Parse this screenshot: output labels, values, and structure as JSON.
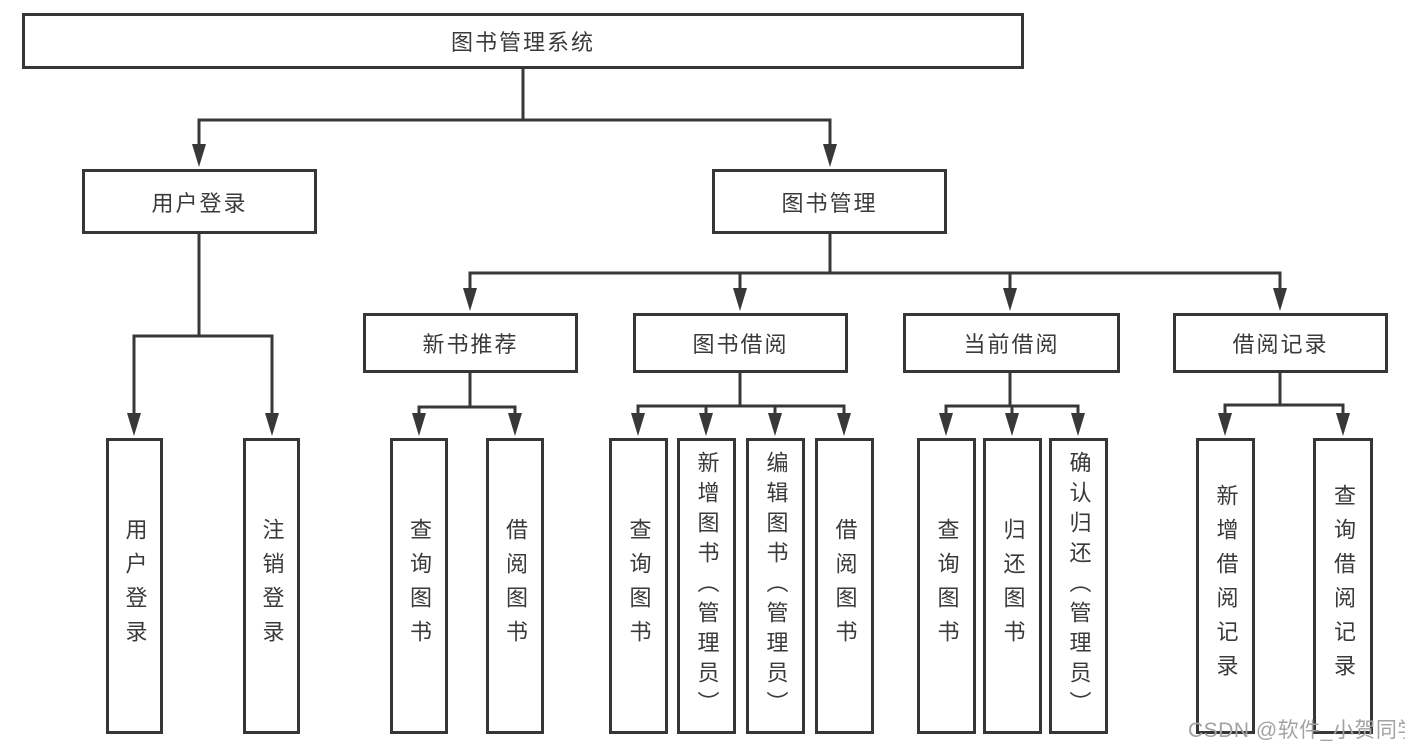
{
  "diagram": {
    "root": {
      "label": "图书管理系统"
    },
    "level2": {
      "user_login": {
        "label": "用户登录"
      },
      "book_management": {
        "label": "图书管理"
      }
    },
    "level3": {
      "new_book_recommend": {
        "label": "新书推荐"
      },
      "book_borrow": {
        "label": "图书借阅"
      },
      "current_borrow": {
        "label": "当前借阅"
      },
      "borrow_records": {
        "label": "借阅记录"
      }
    },
    "leaves": {
      "user_login": [
        "用户登录",
        "注销登录"
      ],
      "new_book_recommend": [
        "查询图书",
        "借阅图书"
      ],
      "book_borrow": [
        "查询图书",
        "新增图书（管理员）",
        "编辑图书（管理员）",
        "借阅图书"
      ],
      "current_borrow": [
        "查询图书",
        "归还图书",
        "确认归还（管理员）"
      ],
      "borrow_records": [
        "新增借阅记录",
        "查询借阅记录"
      ]
    },
    "watermark": "CSDN @软件_小贺同学",
    "colors": {
      "line": "#383838",
      "box_border": "#363636",
      "box_background": "#ffffff",
      "text": "#3a3a3a",
      "watermark": "#a3a3a3"
    }
  }
}
